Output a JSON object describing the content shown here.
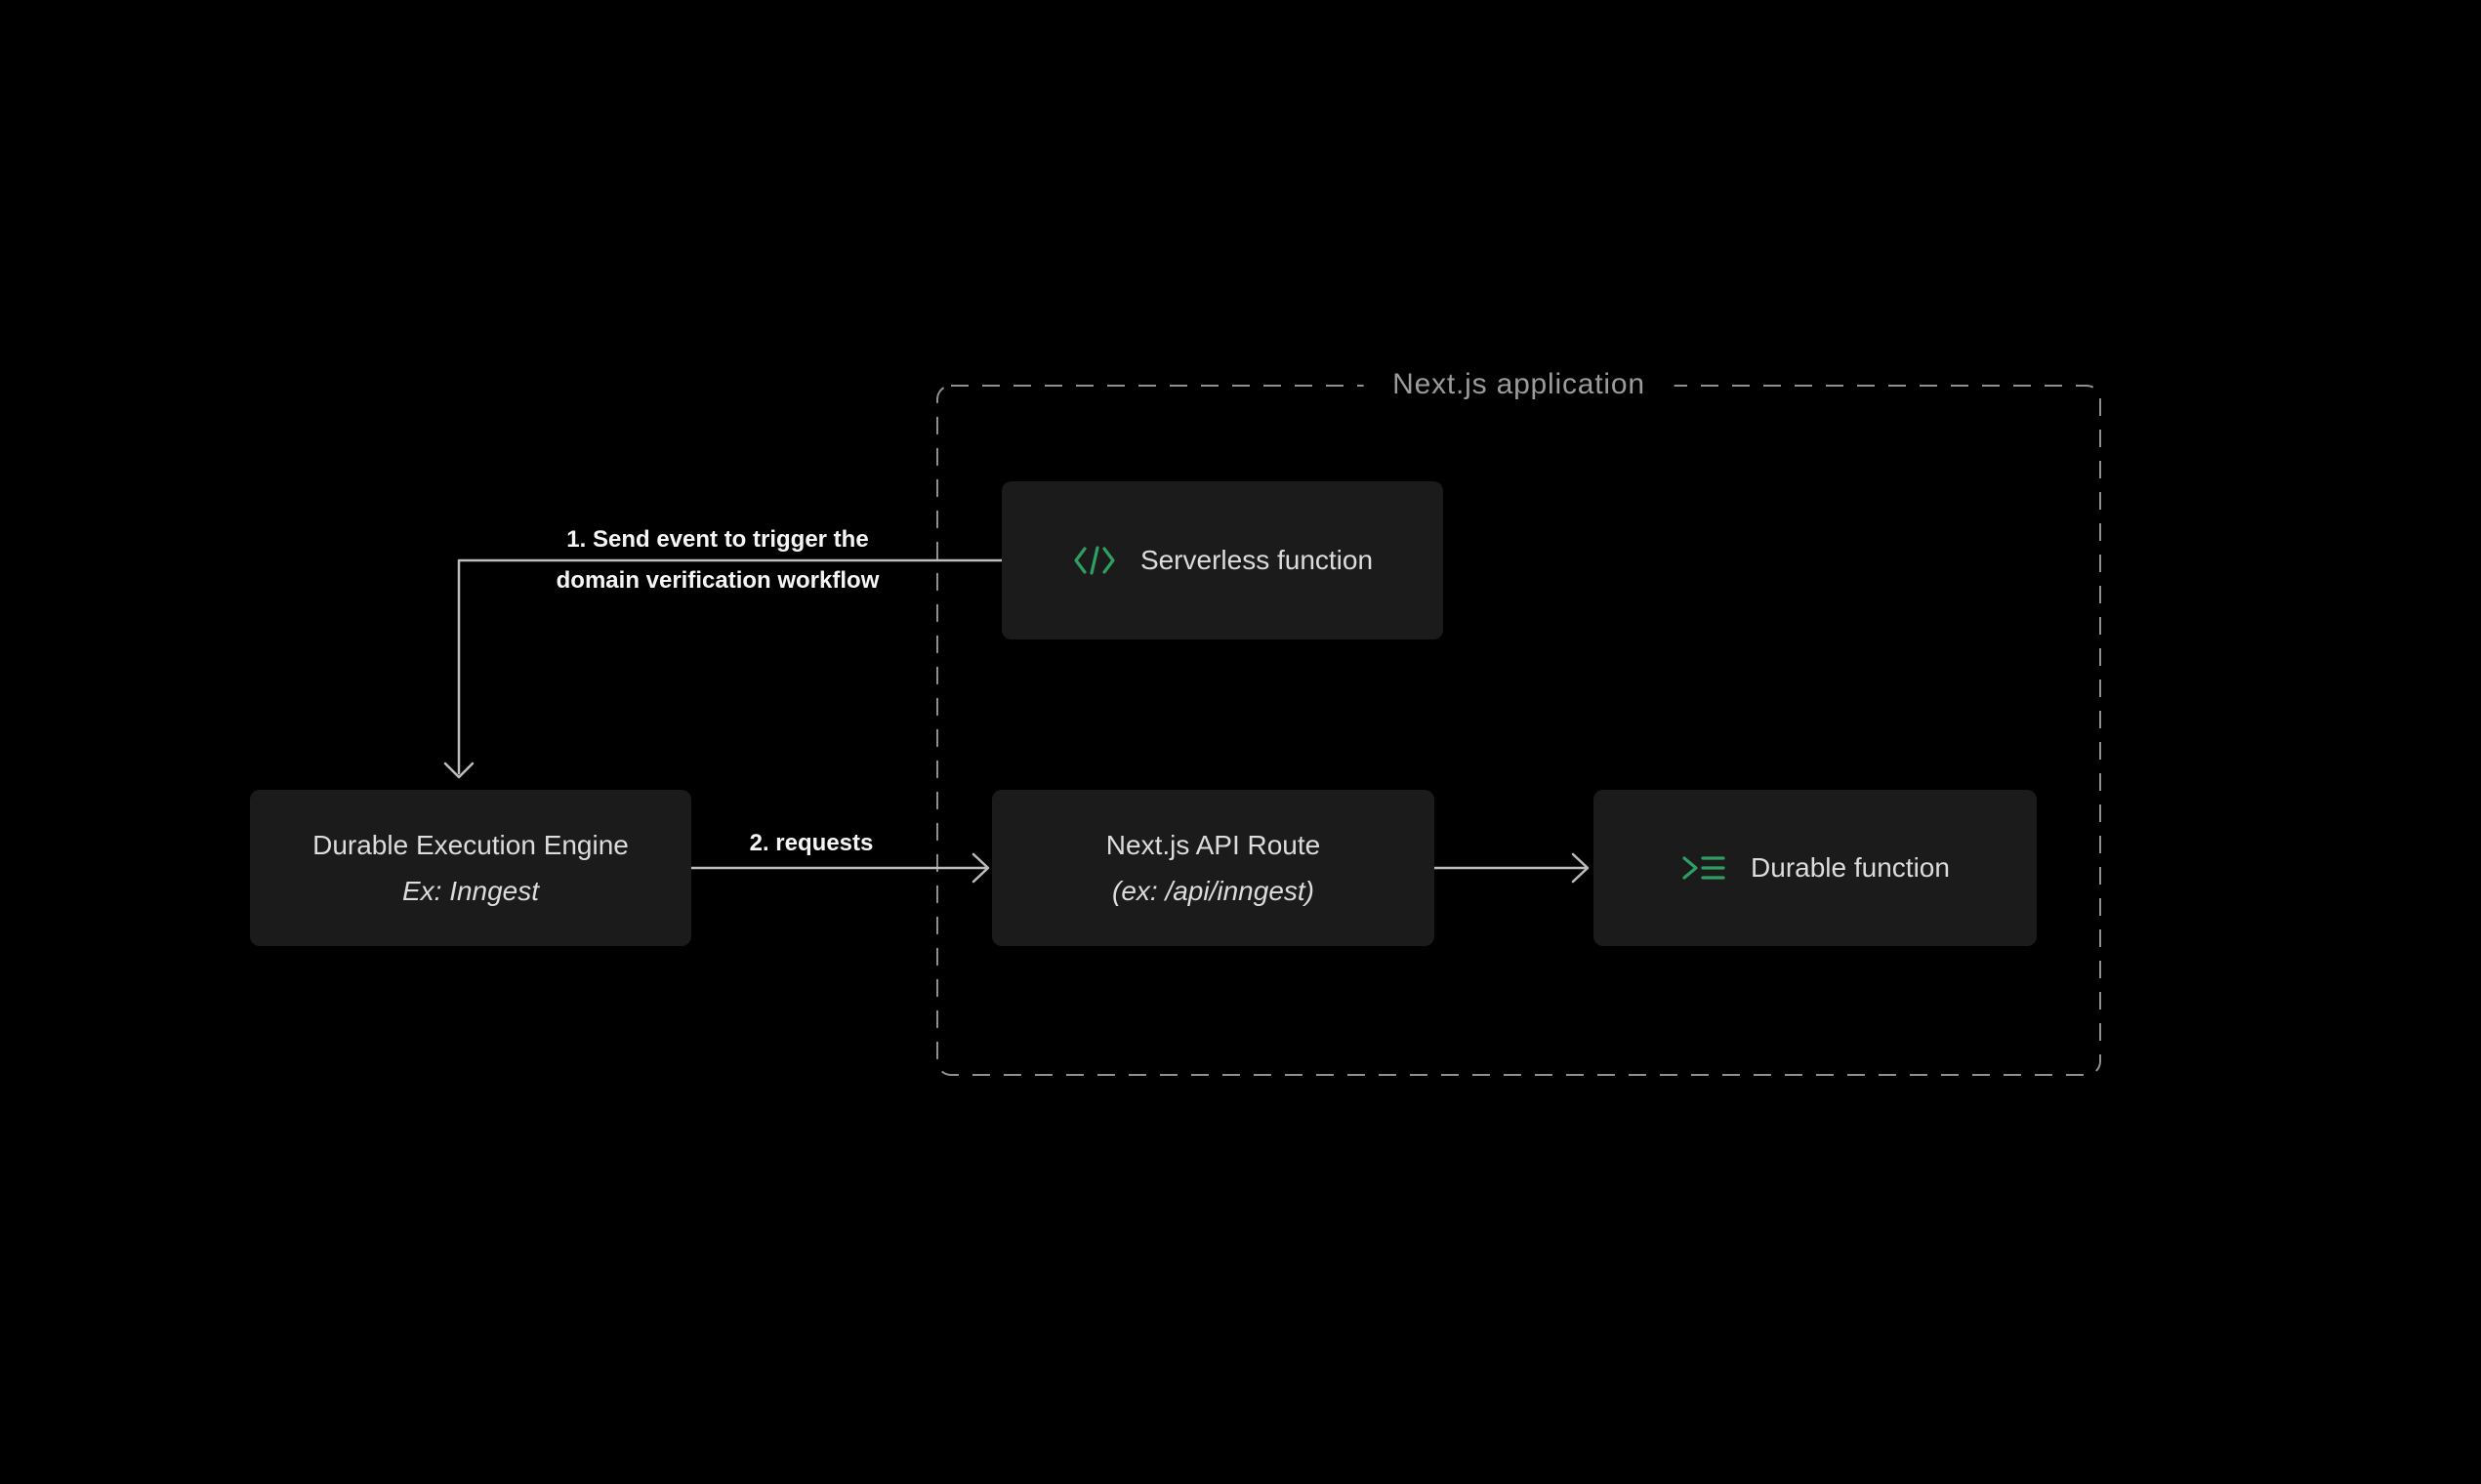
{
  "container": {
    "label": "Next.js application"
  },
  "nodes": {
    "serverless_function": {
      "label": "Serverless function",
      "icon": "code-icon"
    },
    "durable_execution_engine": {
      "title": "Durable Execution Engine",
      "subtitle": "Ex: Inngest"
    },
    "nextjs_api_route": {
      "title": "Next.js API Route",
      "subtitle": "(ex: /api/inngest)"
    },
    "durable_function": {
      "label": "Durable function",
      "icon": "terminal-list-icon"
    }
  },
  "edges": {
    "send_event": {
      "label_line1": "1. Send event to trigger the",
      "label_line2": "domain verification workflow"
    },
    "requests": {
      "label": "2. requests"
    }
  },
  "colors": {
    "background": "#000000",
    "node_background": "#1b1b1b",
    "node_text": "#dcdcdc",
    "accent_green": "#2f9e63",
    "arrow_line": "#bdbdbd",
    "container_border": "#8f8f8f",
    "container_label_text": "#9b9b9b",
    "annotation_text": "#f5f5f5"
  }
}
